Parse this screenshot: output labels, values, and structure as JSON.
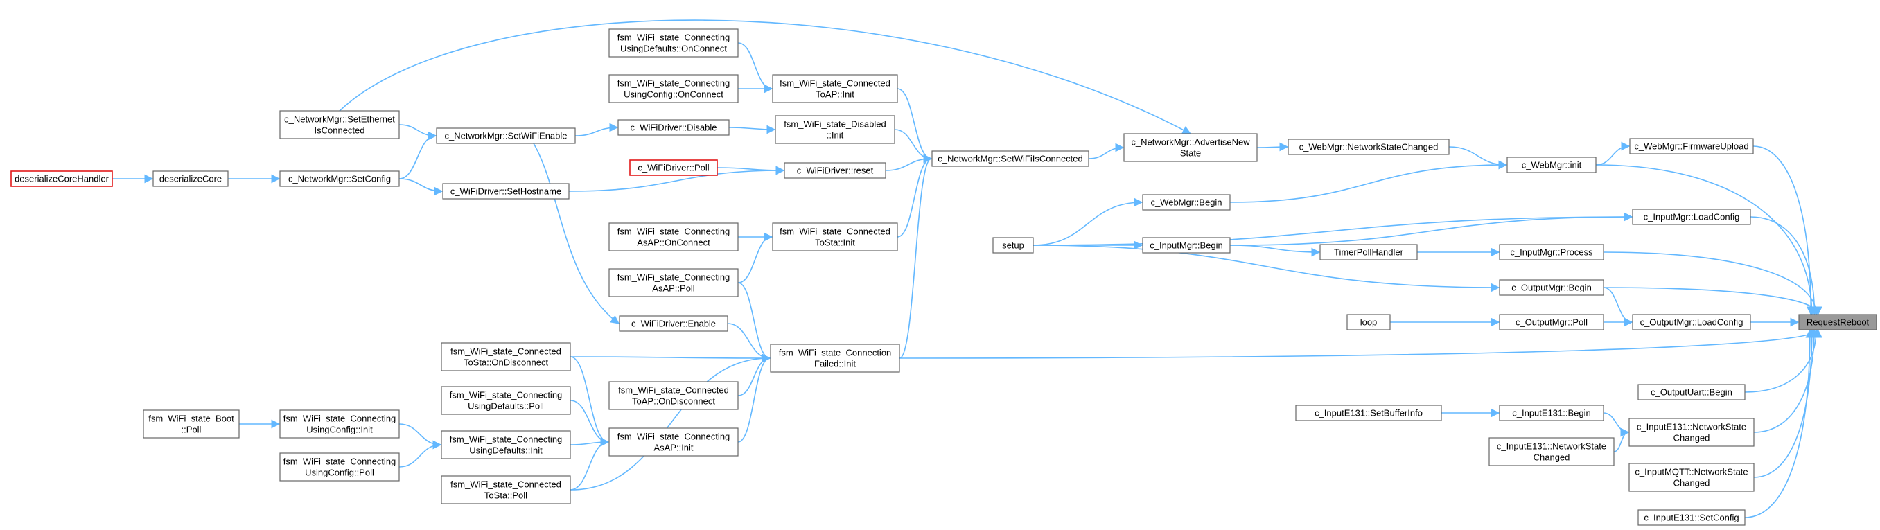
{
  "diagram": {
    "kind": "caller-graph",
    "colors": {
      "edge": "#63b8ff",
      "node_border": "#666666",
      "highlight_border": "#e31a1c",
      "root_fill": "#999999"
    },
    "nodes": {
      "deserializeCoreHandler": [
        "deserializeCoreHandler"
      ],
      "deserializeCore": [
        "deserializeCore"
      ],
      "setConfig": [
        "c_NetworkMgr::SetConfig"
      ],
      "setEthernet": [
        "c_NetworkMgr::SetEthernet",
        "IsConnected"
      ],
      "setWiFiEnable": [
        "c_NetworkMgr::SetWiFiEnable"
      ],
      "setHostname": [
        "c_WiFiDriver::SetHostname"
      ],
      "bootPoll": [
        "fsm_WiFi_state_Boot",
        "::Poll"
      ],
      "connUsingConfigInit": [
        "fsm_WiFi_state_Connecting",
        "UsingConfig::Init"
      ],
      "connUsingConfigPoll": [
        "fsm_WiFi_state_Connecting",
        "UsingConfig::Poll"
      ],
      "connDefOnConnect": [
        "fsm_WiFi_state_Connecting",
        "UsingDefaults::OnConnect"
      ],
      "connConfigOnConnect": [
        "fsm_WiFi_state_Connecting",
        "UsingConfig::OnConnect"
      ],
      "wifiDisable": [
        "c_WiFiDriver::Disable"
      ],
      "wifiPoll": [
        "c_WiFiDriver::Poll"
      ],
      "asApOnConnect": [
        "fsm_WiFi_state_Connecting",
        "AsAP::OnConnect"
      ],
      "asApPoll": [
        "fsm_WiFi_state_Connecting",
        "AsAP::Poll"
      ],
      "wifiEnable": [
        "c_WiFiDriver::Enable"
      ],
      "toStaOnDisconnect": [
        "fsm_WiFi_state_Connected",
        "ToSta::OnDisconnect"
      ],
      "usingDefPoll": [
        "fsm_WiFi_state_Connecting",
        "UsingDefaults::Poll"
      ],
      "usingDefInit": [
        "fsm_WiFi_state_Connecting",
        "UsingDefaults::Init"
      ],
      "toStaPoll": [
        "fsm_WiFi_state_Connected",
        "ToSta::Poll"
      ],
      "toApOnDisconnect": [
        "fsm_WiFi_state_Connected",
        "ToAP::OnDisconnect"
      ],
      "asApInit": [
        "fsm_WiFi_state_Connecting",
        "AsAP::Init"
      ],
      "toApInit": [
        "fsm_WiFi_state_Connected",
        "ToAP::Init"
      ],
      "disabledInit": [
        "fsm_WiFi_state_Disabled",
        "::Init"
      ],
      "wifiReset": [
        "c_WiFiDriver::reset"
      ],
      "toStaInit": [
        "fsm_WiFi_state_Connected",
        "ToSta::Init"
      ],
      "connFailedInit": [
        "fsm_WiFi_state_Connection",
        "Failed::Init"
      ],
      "setWiFiIsConnected": [
        "c_NetworkMgr::SetWiFiIsConnected"
      ],
      "advertiseNewState": [
        "c_NetworkMgr::AdvertiseNew",
        "State"
      ],
      "webBegin": [
        "c_WebMgr::Begin"
      ],
      "setup": [
        "setup"
      ],
      "inputBegin": [
        "c_InputMgr::Begin"
      ],
      "timerPoll": [
        "TimerPollHandler"
      ],
      "networkStateChanged": [
        "c_WebMgr::NetworkStateChanged"
      ],
      "webInit": [
        "c_WebMgr::init"
      ],
      "firmwareUpload": [
        "c_WebMgr::FirmwareUpload"
      ],
      "inputLoadConfig": [
        "c_InputMgr::LoadConfig"
      ],
      "inputProcess": [
        "c_InputMgr::Process"
      ],
      "outputBegin": [
        "c_OutputMgr::Begin"
      ],
      "loop": [
        "loop"
      ],
      "outputPoll": [
        "c_OutputMgr::Poll"
      ],
      "outputLoadConfig": [
        "c_OutputMgr::LoadConfig"
      ],
      "outputUartBegin": [
        "c_OutputUart::Begin"
      ],
      "setBufferInfo": [
        "c_InputE131::SetBufferInfo"
      ],
      "e131Begin": [
        "c_InputE131::Begin"
      ],
      "e131NetStateChanged": [
        "c_InputE131::NetworkState",
        "Changed"
      ],
      "e131NetStateChanged2": [
        "c_InputE131::NetworkState",
        "Changed"
      ],
      "mqttNetStateChanged": [
        "c_InputMQTT::NetworkState",
        "Changed"
      ],
      "e131SetConfig": [
        "c_InputE131::SetConfig"
      ],
      "requestReboot": [
        "RequestReboot"
      ]
    },
    "edges": [
      [
        "deserializeCoreHandler",
        "deserializeCore"
      ],
      [
        "deserializeCore",
        "setConfig"
      ],
      [
        "setConfig",
        "setWiFiEnable"
      ],
      [
        "setConfig",
        "setHostname"
      ],
      [
        "setEthernet",
        "setWiFiEnable"
      ],
      [
        "setEthernet",
        "advertiseNewState"
      ],
      [
        "setWiFiEnable",
        "wifiDisable"
      ],
      [
        "setWiFiEnable",
        "wifiEnable"
      ],
      [
        "setHostname",
        "wifiReset"
      ],
      [
        "bootPoll",
        "connUsingConfigInit"
      ],
      [
        "connUsingConfigInit",
        "usingDefInit"
      ],
      [
        "connUsingConfigPoll",
        "usingDefInit"
      ],
      [
        "connDefOnConnect",
        "toApInit"
      ],
      [
        "connConfigOnConnect",
        "toApInit"
      ],
      [
        "wifiDisable",
        "disabledInit"
      ],
      [
        "wifiPoll",
        "wifiReset"
      ],
      [
        "asApOnConnect",
        "toStaInit"
      ],
      [
        "asApPoll",
        "toStaInit"
      ],
      [
        "asApPoll",
        "connFailedInit"
      ],
      [
        "wifiEnable",
        "connFailedInit"
      ],
      [
        "toStaOnDisconnect",
        "connFailedInit"
      ],
      [
        "toStaOnDisconnect",
        "asApInit"
      ],
      [
        "usingDefPoll",
        "asApInit"
      ],
      [
        "usingDefInit",
        "asApInit"
      ],
      [
        "toStaPoll",
        "asApInit"
      ],
      [
        "toApOnDisconnect",
        "connFailedInit"
      ],
      [
        "asApInit",
        "connFailedInit"
      ],
      [
        "toStaPoll",
        "connFailedInit"
      ],
      [
        "toApInit",
        "setWiFiIsConnected"
      ],
      [
        "disabledInit",
        "setWiFiIsConnected"
      ],
      [
        "wifiReset",
        "setWiFiIsConnected"
      ],
      [
        "toStaInit",
        "setWiFiIsConnected"
      ],
      [
        "connFailedInit",
        "setWiFiIsConnected"
      ],
      [
        "connFailedInit",
        "requestReboot"
      ],
      [
        "setWiFiIsConnected",
        "advertiseNewState"
      ],
      [
        "advertiseNewState",
        "networkStateChanged"
      ],
      [
        "networkStateChanged",
        "webInit"
      ],
      [
        "setup",
        "webBegin"
      ],
      [
        "setup",
        "inputBegin"
      ],
      [
        "setup",
        "inputLoadConfig"
      ],
      [
        "setup",
        "outputBegin"
      ],
      [
        "webBegin",
        "webInit"
      ],
      [
        "inputBegin",
        "timerPoll"
      ],
      [
        "inputBegin",
        "inputLoadConfig"
      ],
      [
        "timerPoll",
        "inputProcess"
      ],
      [
        "webInit",
        "firmwareUpload"
      ],
      [
        "webInit",
        "requestReboot"
      ],
      [
        "firmwareUpload",
        "requestReboot"
      ],
      [
        "inputLoadConfig",
        "requestReboot"
      ],
      [
        "inputProcess",
        "requestReboot"
      ],
      [
        "outputBegin",
        "outputLoadConfig"
      ],
      [
        "outputBegin",
        "requestReboot"
      ],
      [
        "loop",
        "outputPoll"
      ],
      [
        "outputPoll",
        "outputLoadConfig"
      ],
      [
        "outputLoadConfig",
        "requestReboot"
      ],
      [
        "outputUartBegin",
        "requestReboot"
      ],
      [
        "setBufferInfo",
        "e131Begin"
      ],
      [
        "e131Begin",
        "e131NetStateChanged"
      ],
      [
        "e131NetStateChanged2",
        "e131NetStateChanged"
      ],
      [
        "e131NetStateChanged",
        "requestReboot"
      ],
      [
        "mqttNetStateChanged",
        "requestReboot"
      ],
      [
        "e131SetConfig",
        "requestReboot"
      ]
    ]
  }
}
